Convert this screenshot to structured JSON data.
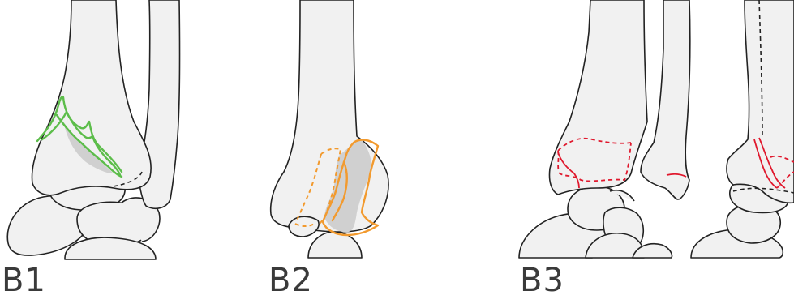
{
  "labels": {
    "b1": "B1",
    "b2": "B2",
    "b3": "B3"
  },
  "colors": {
    "bone_fill": "#f1f1f1",
    "bone_outline": "#222222",
    "fragment_fill": "#d0d0d0",
    "b1_fracture": "#5cbd4a",
    "b2_fracture": "#f29a2e",
    "b3_fracture": "#e0182d",
    "label_text": "#3a3a3a"
  }
}
